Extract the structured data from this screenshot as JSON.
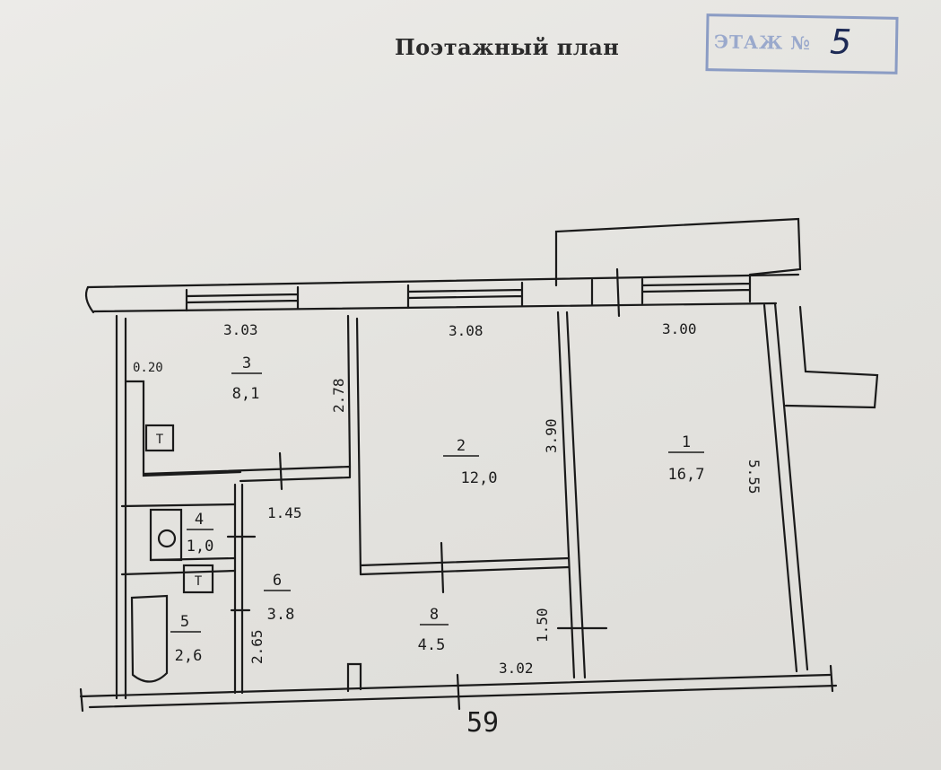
{
  "header": {
    "title": "Поэтажный план",
    "stamp_label": "ЭТАЖ №",
    "floor_number": "5"
  },
  "rooms": [
    {
      "number": "1",
      "area": "16,7"
    },
    {
      "number": "2",
      "area": "12,0"
    },
    {
      "number": "3",
      "area": "8,1"
    },
    {
      "number": "4",
      "area": "1,0"
    },
    {
      "number": "5",
      "area": "2,6"
    },
    {
      "number": "6",
      "area": "3.8"
    },
    {
      "number": "8",
      "area": "4.5"
    }
  ],
  "dimensions": {
    "width_room3": "3.03",
    "width_room2": "3.08",
    "width_room1": "3.00",
    "wall": "0.20",
    "depth_room3": "2.78",
    "depth_room2": "3.90",
    "depth_room1": "5.55",
    "corridor": "1.45",
    "hall": "2.65",
    "entrance": "1.50",
    "hall_width": "3.02"
  },
  "apartment_number": "59",
  "fixtures": {
    "toilet_symbol": "Т",
    "boiler_symbol": "О",
    "sink_symbol": "Т"
  }
}
